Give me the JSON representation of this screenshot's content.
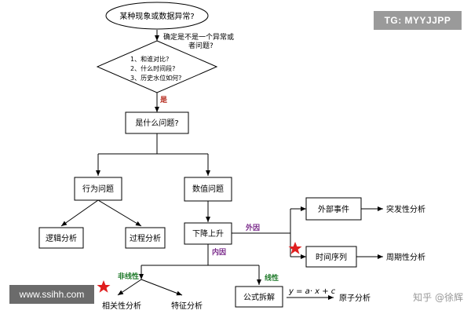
{
  "nodes": {
    "start": "某种现象或数据异常?",
    "side_question_line1": "确定是不是一个异常或",
    "side_question_line2": "者问题?",
    "check1": "1、和谁对比?",
    "check2": "2、什么时间段?",
    "check3": "3、历史水位如何?",
    "yes": "是",
    "what_problem": "是什么问题?",
    "behavior": "行为问题",
    "numeric": "数值问题",
    "logic": "逻辑分析",
    "process": "过程分析",
    "decline": "下降上升",
    "external_label": "外因",
    "internal_label": "内因",
    "external_event": "外部事件",
    "burst": "突发性分析",
    "time_series": "时间序列",
    "periodic": "周期性分析",
    "nonlinear_label": "非线性",
    "linear_label": "线性",
    "correlation": "相关性分析",
    "feature": "特征分析",
    "formula": "公式拆解",
    "equation": "y = a· x + c",
    "atomic": "原子分析"
  },
  "colors": {
    "yes_label": "#b5291c",
    "external_label": "#7a2a8a",
    "internal_label": "#7a2a8a",
    "nonlinear_label": "#1f7a2a",
    "linear_label": "#1f7a2a",
    "star": "#e01e1e"
  },
  "watermarks": {
    "top_right": "TG: MYYJJPP",
    "bottom_left": "www.ssihh.com",
    "bottom_right": "知乎 @徐辉"
  }
}
